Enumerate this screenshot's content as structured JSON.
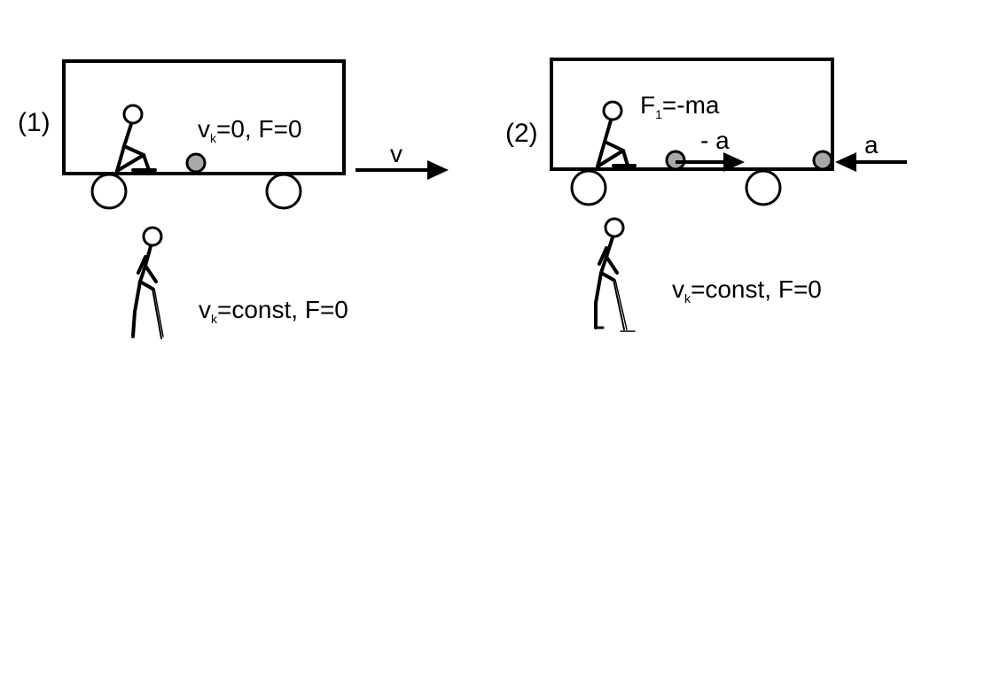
{
  "colors": {
    "stroke": "#000000",
    "ball_fill": "#a8a8a8",
    "background": "#ffffff"
  },
  "panel1": {
    "label": "(1)",
    "inside": {
      "v": "v",
      "sub": "k",
      "rest": "=0, F=0"
    },
    "arrow_label": "v",
    "observer": {
      "v": "v",
      "sub": "k",
      "rest": "=const, F=0"
    }
  },
  "panel2": {
    "label": "(2)",
    "force": {
      "f": "F",
      "sub": "1",
      "rest": "=-ma"
    },
    "ball_arrow_label": "- a",
    "arrow_label": "a",
    "observer": {
      "v": "v",
      "sub": "k",
      "rest": "=const, F=0"
    }
  }
}
